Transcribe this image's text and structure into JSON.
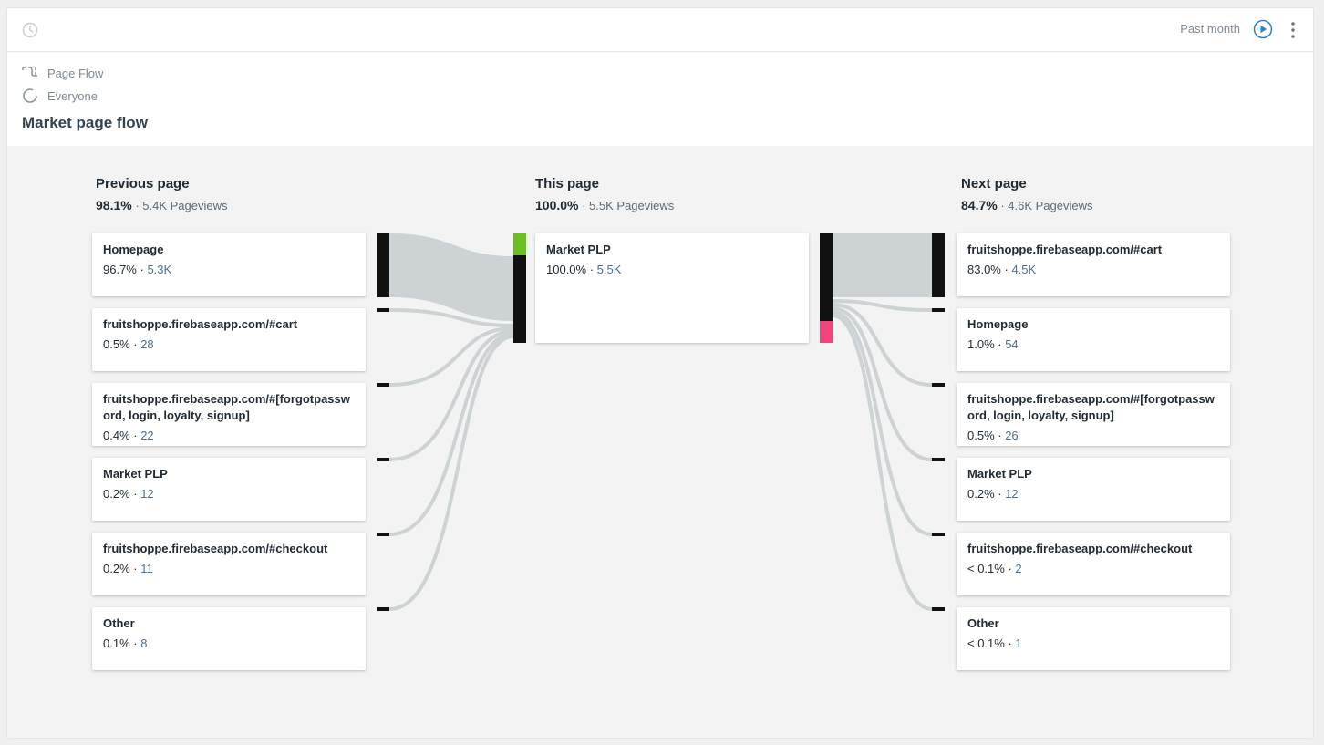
{
  "toolbar": {
    "range_label": "Past month",
    "icons": [
      "clock-icon",
      "play-icon",
      "more-icon"
    ]
  },
  "report": {
    "type_label": "Page Flow",
    "segment_label": "Everyone",
    "title": "Market page flow"
  },
  "colors": {
    "bar": "#111111",
    "flow": "#cdd2d5",
    "entry_accent": "#6cbe22",
    "exit_accent": "#f0457c"
  },
  "previous": {
    "title": "Previous page",
    "pct": "98.1%",
    "pageviews": "5.4K Pageviews",
    "items": [
      {
        "name": "Homepage",
        "pct": "96.7%",
        "count": "5.3K"
      },
      {
        "name": "fruitshoppe.firebaseapp.com/#cart",
        "pct": "0.5%",
        "count": "28"
      },
      {
        "name": "fruitshoppe.firebaseapp.com/#[forgotpassword, login, loyalty, signup]",
        "pct": "0.4%",
        "count": "22"
      },
      {
        "name": "Market PLP",
        "pct": "0.2%",
        "count": "12"
      },
      {
        "name": "fruitshoppe.firebaseapp.com/#checkout",
        "pct": "0.2%",
        "count": "11"
      },
      {
        "name": "Other",
        "pct": "0.1%",
        "count": "8"
      }
    ]
  },
  "current": {
    "title": "This page",
    "pct": "100.0%",
    "pageviews": "5.5K Pageviews",
    "name": "Market PLP",
    "item_pct": "100.0%",
    "count": "5.5K",
    "entry_fraction": 0.2,
    "exit_fraction": 0.2
  },
  "next": {
    "title": "Next page",
    "pct": "84.7%",
    "pageviews": "4.6K Pageviews",
    "items": [
      {
        "name": "fruitshoppe.firebaseapp.com/#cart",
        "pct": "83.0%",
        "count": "4.5K"
      },
      {
        "name": "Homepage",
        "pct": "1.0%",
        "count": "54"
      },
      {
        "name": "fruitshoppe.firebaseapp.com/#[forgotpassword, login, loyalty, signup]",
        "pct": "0.5%",
        "count": "26"
      },
      {
        "name": "Market PLP",
        "pct": "0.2%",
        "count": "12"
      },
      {
        "name": "fruitshoppe.firebaseapp.com/#checkout",
        "pct": "< 0.1%",
        "count": "2"
      },
      {
        "name": "Other",
        "pct": "< 0.1%",
        "count": "1"
      }
    ]
  }
}
